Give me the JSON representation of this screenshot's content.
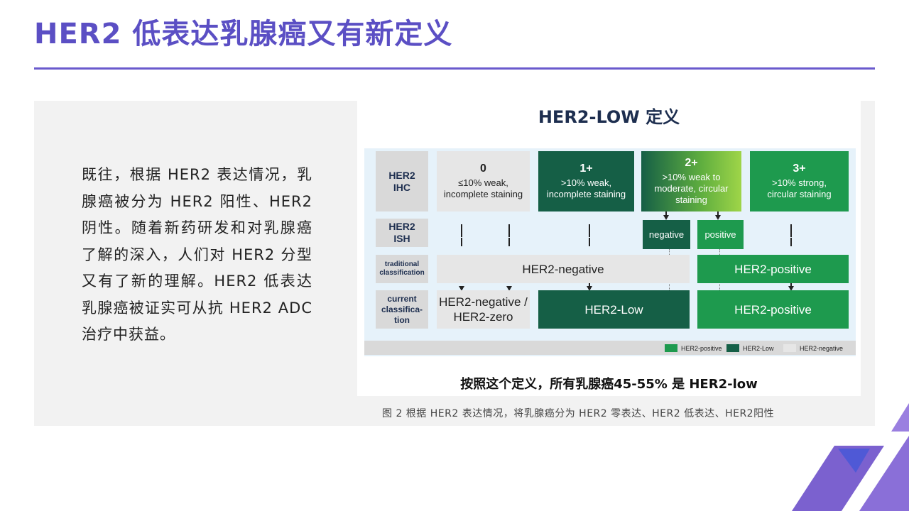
{
  "slide": {
    "title": "HER2  低表达乳腺癌又有新定义",
    "body": "既往，根据 HER2 表达情况，乳腺癌被分为 HER2 阳性、HER2 阴性。随着新药研发和对乳腺癌了解的深入，人们对 HER2 分型又有了新的理解。HER2 低表达乳腺癌被证实可从抗 HER2 ADC 治疗中获益。",
    "caption": "图 2 根据 HER2 表达情况，将乳腺癌分为 HER2 零表达、HER2 低表达、HER2阳性"
  },
  "figure": {
    "title": "HER2-LOW 定义",
    "row_headers": {
      "ihc": "HER2\nIHC",
      "ish": "HER2\nISH",
      "traditional": "traditional\nclassification",
      "current": "current\nclassifica-\ntion"
    },
    "ihc": [
      {
        "score": "0",
        "desc": "≤10% weak,\nincomplete staining"
      },
      {
        "score": "1+",
        "desc": ">10% weak,\nincomplete staining"
      },
      {
        "score": "2+",
        "desc": ">10% weak to\nmoderate, circular\nstaining"
      },
      {
        "score": "3+",
        "desc": ">10% strong,\ncircular staining"
      }
    ],
    "ish": {
      "negative": "negative",
      "positive": "positive"
    },
    "traditional": {
      "negative": "HER2-negative",
      "positive": "HER2-positive"
    },
    "current": {
      "zero": "HER2-negative /\nHER2-zero",
      "low": "HER2-Low",
      "positive": "HER2-positive"
    },
    "legend": {
      "positive": "HER2-positive",
      "low": "HER2-Low",
      "negative": "HER2-negative"
    },
    "footnote": "按照这个定义，所有乳腺癌45-55% 是 HER2-low"
  },
  "colors": {
    "accent": "#5b4fc4",
    "her2_positive": "#1e9a4e",
    "her2_low": "#155f46",
    "her2_negative": "#e6e6e6"
  }
}
